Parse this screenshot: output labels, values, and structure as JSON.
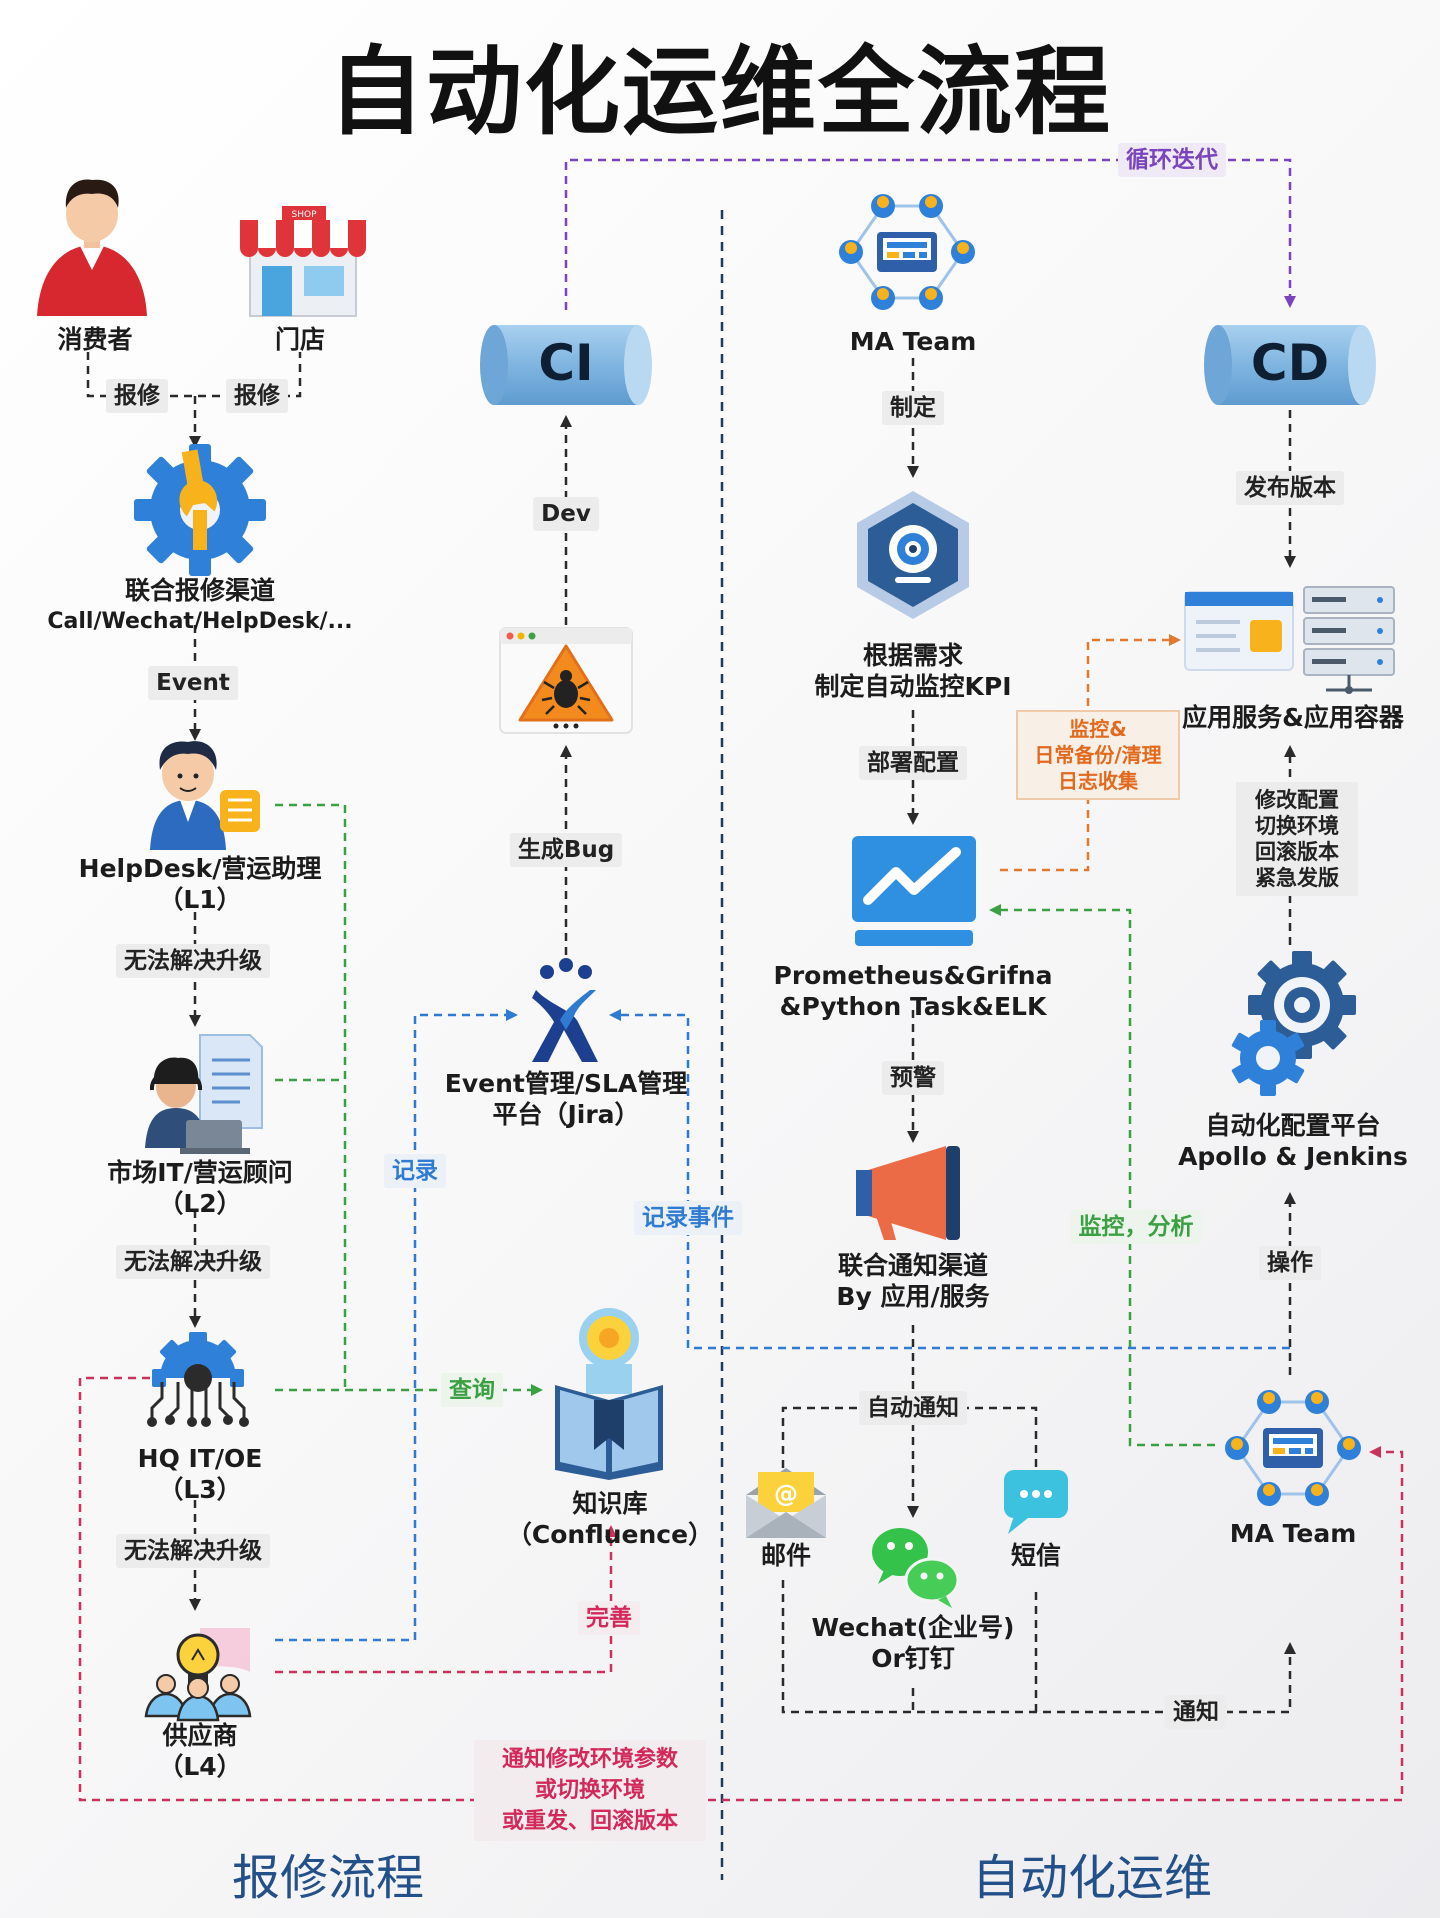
{
  "title": "自动化运维全流程",
  "sections": {
    "left": "报修流程",
    "right": "自动化运维"
  },
  "nodes": {
    "consumer": "消费者",
    "store": "门店",
    "store_sign": "SHOP",
    "channel": [
      "联合报修渠道",
      "Call/Wechat/HelpDesk/..."
    ],
    "l1": [
      "HelpDesk/营运助理",
      "（L1）"
    ],
    "l2": [
      "市场IT/营运顾问",
      "（L2）"
    ],
    "l3": [
      "HQ IT/OE",
      "（L3）"
    ],
    "l4": [
      "供应商",
      "（L4）"
    ],
    "ci": "CI",
    "cd": "CD",
    "jira": [
      "Event管理/SLA管理",
      "平台（Jira）"
    ],
    "kb": [
      "知识库",
      "（Confluence）"
    ],
    "ma_team_top": "MA Team",
    "kpi": [
      "根据需求",
      "制定自动监控KPI"
    ],
    "prometheus": [
      "Prometheus&Grifna",
      "&Python Task&ELK"
    ],
    "notify": [
      "联合通知渠道",
      "By 应用/服务"
    ],
    "email": "邮件",
    "wechat": [
      "Wechat(企业号)",
      "Or钉钉"
    ],
    "sms": "短信",
    "app_service": "应用服务&应用容器",
    "config_platform": [
      "自动化配置平台",
      "Apollo & Jenkins"
    ],
    "ma_team_bottom": "MA Team"
  },
  "edges": {
    "report1": "报修",
    "report2": "报修",
    "event": "Event",
    "escalate1": "无法解决升级",
    "escalate2": "无法解决升级",
    "escalate3": "无法解决升级",
    "dev": "Dev",
    "gen_bug": "生成Bug",
    "record": "记录",
    "record_event": "记录事件",
    "query": "查询",
    "improve": "完善",
    "notify_params": [
      "通知修改环境参数",
      "或切换环境",
      "或重发、回滚版本"
    ],
    "loop": "循环迭代",
    "define": "制定",
    "deploy_config": "部署配置",
    "alert": "预警",
    "auto_notify": "自动通知",
    "notify": "通知",
    "release": "发布版本",
    "monitor_box": [
      "监控&",
      "日常备份/清理",
      "日志收集"
    ],
    "modify_box": [
      "修改配置",
      "切换环境",
      "回滚版本",
      "紧急发版"
    ],
    "operate": "操作",
    "monitor_analyze": "监控，分析"
  },
  "colors": {
    "blue": "#2f7bd1",
    "green": "#3aa043",
    "purple": "#7a44bc",
    "red": "#c9325a",
    "orange": "#e07a2e",
    "dark": "#2a2a2a"
  }
}
